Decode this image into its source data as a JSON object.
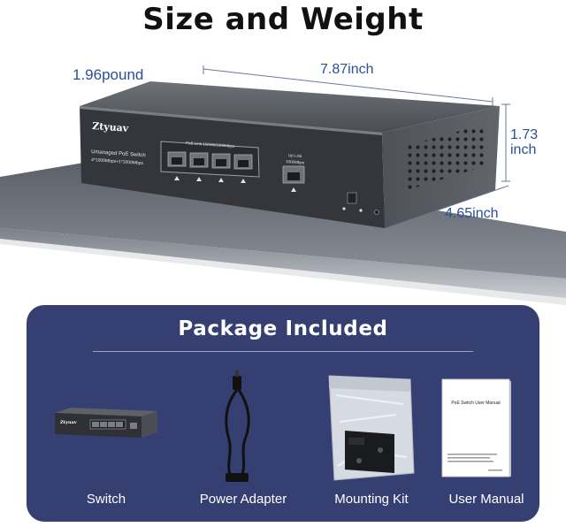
{
  "title": "Size and Weight",
  "dimensions": {
    "weight": "1.96pound",
    "length": "7.87inch",
    "height_line1": "1.73",
    "height_line2": "inch",
    "depth": "4.65inch"
  },
  "device": {
    "brand": "Ztyuav",
    "line1": "Umanaged PoE Switch",
    "line2": "4*1000Mbps+1*1000Mbps",
    "poe_label": "PoE Link  10/100/1000Mbps",
    "uplink_line1": "Up Link",
    "uplink_line2": "1000Mbps"
  },
  "package": {
    "title": "Package Included",
    "items": [
      {
        "label": "Switch"
      },
      {
        "label": "Power Adapter"
      },
      {
        "label": "Mounting Kit"
      },
      {
        "label": "User Manual"
      }
    ],
    "manual_heading": "PoE Switch User Manual"
  },
  "colors": {
    "panel_bg": "#353f72",
    "dimension_text": "#2a4f98",
    "device_body": "#3a3d44"
  }
}
